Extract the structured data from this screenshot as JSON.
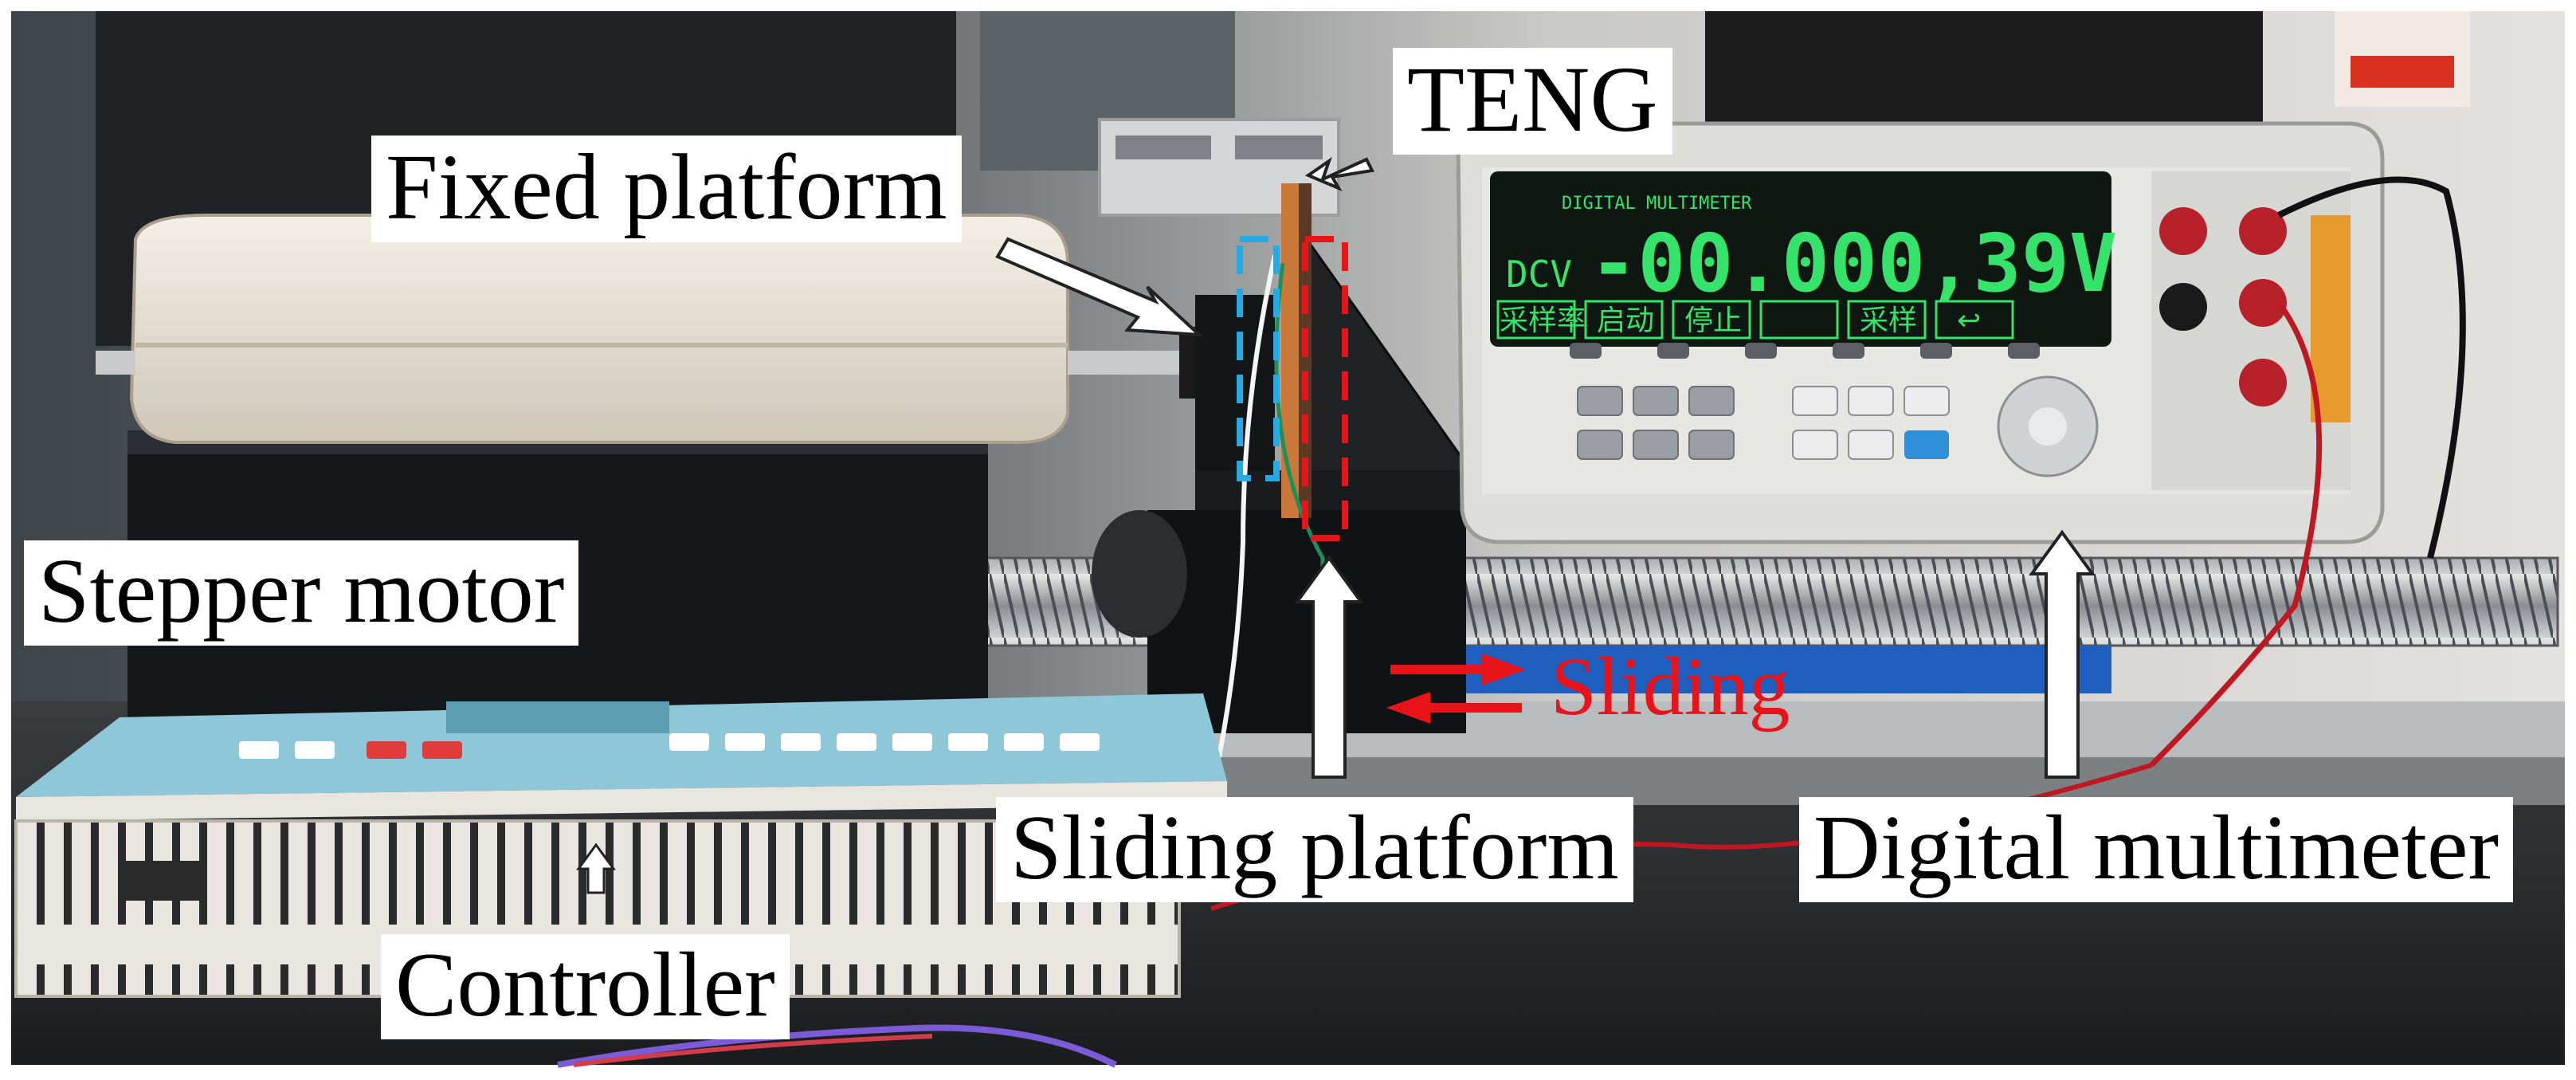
{
  "labels": {
    "teng": "TENG",
    "fixed_platform": "Fixed platform",
    "stepper_motor": "Stepper motor",
    "sliding": "Sliding",
    "sliding_platform": "Sliding platform",
    "digital_multimeter": "Digital multimeter",
    "controller": "Controller"
  },
  "multimeter_display": {
    "mode": "DCV",
    "reading": "-00.000,39V",
    "softkeys": [
      "采样率",
      "启动",
      "停止",
      "",
      "采样",
      "↩"
    ]
  },
  "colors": {
    "label_background": "#ffffff",
    "sliding_text": "#e8141a",
    "arrow_white": "#ffffff",
    "arrow_red": "#e8141a",
    "box_blue": "#27a9e1",
    "box_red": "#e8141a",
    "display_green": "#35e26a"
  },
  "icons": {
    "arrow_fixed": "white-arrow-icon",
    "arrow_teng": "white-arrow-icon",
    "arrow_sliding_platform": "white-up-arrow-icon",
    "arrow_multimeter": "white-up-arrow-icon",
    "arrow_controller": "white-up-arrow-icon",
    "sliding_motion": "red-double-arrow-icon"
  }
}
